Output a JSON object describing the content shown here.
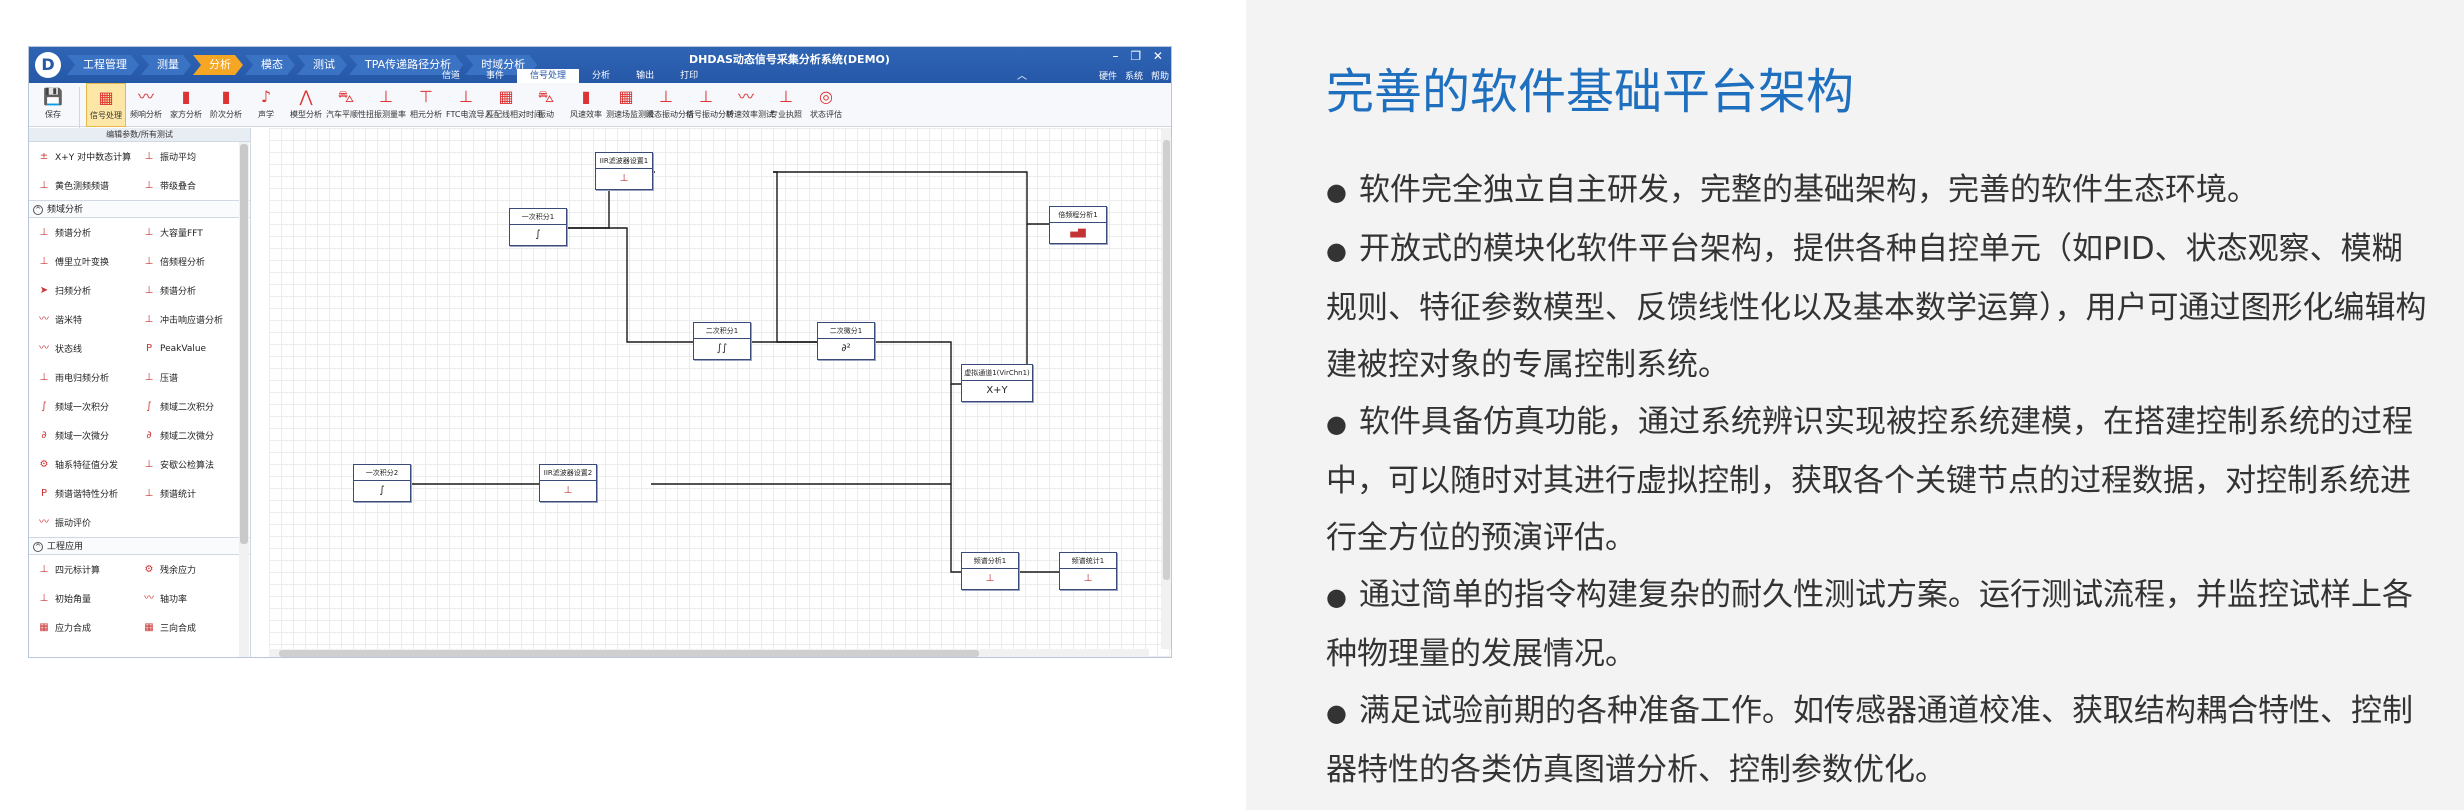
{
  "app": {
    "title": "DHDAS动态信号采集分析系统(DEMO)",
    "window_controls": "– ❐ ✕",
    "logo": "D",
    "workflow": [
      "工程管理",
      "测量",
      "分析",
      "模态",
      "测试",
      "TPA传递路径分析",
      "时域分析"
    ],
    "workflow_active": 2,
    "menu_tabs": [
      "信道",
      "事件",
      "信号处理",
      "分析",
      "输出",
      "打印"
    ],
    "menu_active": 2,
    "user": [
      "硬件",
      "系统",
      "帮助"
    ],
    "ribbon": [
      {
        "label": "保存",
        "icon": "save-icon"
      },
      {
        "label": "信号处理",
        "icon": "grid-icon"
      },
      {
        "label": "频响分析",
        "icon": "wave-icon"
      },
      {
        "label": "家方分析",
        "icon": "bar-icon"
      },
      {
        "label": "阶次分析",
        "icon": "bar-icon"
      },
      {
        "label": "声学",
        "icon": "sound-icon"
      },
      {
        "label": "模型分析",
        "icon": "peak-icon"
      },
      {
        "label": "汽车平顺性",
        "icon": "car-icon"
      },
      {
        "label": "扭振测量率",
        "icon": "chart-icon"
      },
      {
        "label": "相元分析",
        "icon": "tree-icon"
      },
      {
        "label": "FTC电流导入",
        "icon": "chart-icon"
      },
      {
        "label": "匹配线相对时间",
        "icon": "grid-icon"
      },
      {
        "label": "振动",
        "icon": "car-icon"
      },
      {
        "label": "风速效率",
        "icon": "bar-icon"
      },
      {
        "label": "测速场监测法",
        "icon": "grid-icon"
      },
      {
        "label": "瞬态振动分析",
        "icon": "chart-icon"
      },
      {
        "label": "信号振动分析",
        "icon": "chart-icon"
      },
      {
        "label": "转速效率测试",
        "icon": "wave-icon"
      },
      {
        "label": "专业执照",
        "icon": "chart-icon"
      },
      {
        "label": "状态评估",
        "icon": "target-icon"
      }
    ],
    "sidebar": {
      "header": "编辑参数/所有测试",
      "top_rows": [
        [
          {
            "label": "X+Y 对中数态计算",
            "icon": "xy-icon"
          },
          {
            "label": "振动平均",
            "icon": "chart-icon"
          }
        ],
        [
          {
            "label": "黄色测频频谱",
            "icon": "chart-icon"
          },
          {
            "label": "带级叠合",
            "icon": "chart-icon"
          }
        ]
      ],
      "groups": [
        {
          "title": "频域分析",
          "rows": [
            [
              {
                "label": "频谱分析",
                "icon": "chart-icon"
              },
              {
                "label": "大容量FFT",
                "icon": "chart-icon"
              }
            ],
            [
              {
                "label": "傅里立叶变换",
                "icon": "chart-icon"
              },
              {
                "label": "倍频程分析",
                "icon": "chart-icon"
              }
            ],
            [
              {
                "label": "扫频分析",
                "icon": "sweep-icon"
              },
              {
                "label": "频谱分析",
                "icon": "chart-icon"
              }
            ],
            [
              {
                "label": "谐米特",
                "icon": "wave-icon"
              },
              {
                "label": "冲击响应谱分析",
                "icon": "chart-icon"
              }
            ],
            [
              {
                "label": "状态线",
                "icon": "wave-icon"
              },
              {
                "label": "PeakValue",
                "icon": "p-icon"
              }
            ],
            [
              {
                "label": "雨电归频分析",
                "icon": "chart-icon"
              },
              {
                "label": "压谱",
                "icon": "chart-icon"
              }
            ],
            [
              {
                "label": "频域一次积分",
                "icon": "integral-icon"
              },
              {
                "label": "频域二次积分",
                "icon": "integral-icon"
              }
            ],
            [
              {
                "label": "频域一次微分",
                "icon": "diff-icon"
              },
              {
                "label": "频域二次微分",
                "icon": "diff-icon"
              }
            ],
            [
              {
                "label": "轴系特征值分发",
                "icon": "gear-icon"
              },
              {
                "label": "安歇公检算法",
                "icon": "chart-icon"
              }
            ],
            [
              {
                "label": "频谱谐特性分析",
                "icon": "p-icon"
              },
              {
                "label": "频谱统计",
                "icon": "chart-icon"
              }
            ],
            [
              {
                "label": "振动评价",
                "icon": "wave-icon"
              }
            ]
          ]
        },
        {
          "title": "工程应用",
          "rows": [
            [
              {
                "label": "四元标计算",
                "icon": "chart-icon"
              },
              {
                "label": "残余应力",
                "icon": "gear-icon"
              }
            ],
            [
              {
                "label": "初始角量",
                "icon": "chart-icon"
              },
              {
                "label": "轴功率",
                "icon": "wave-icon"
              }
            ],
            [
              {
                "label": "应力合成",
                "icon": "grid-icon"
              },
              {
                "label": "三向合成",
                "icon": "grid-icon"
              }
            ]
          ]
        }
      ]
    },
    "nodes": [
      {
        "id": "n1",
        "title": "一次积分1",
        "body": "∫",
        "color": "#222222"
      },
      {
        "id": "n2",
        "title": "IIR滤波器设置1",
        "body": "⊥",
        "color": "#c33333"
      },
      {
        "id": "n3",
        "title": "二次积分1",
        "body": "∫∫",
        "color": "#222222"
      },
      {
        "id": "n4",
        "title": "二次微分1",
        "body": "∂²",
        "color": "#222222"
      },
      {
        "id": "n5",
        "title": "虚拟通道1(VirChn1)",
        "body": "X+Y",
        "color": "#222222"
      },
      {
        "id": "n6",
        "title": "倍频程分析1",
        "body": "▄▆",
        "color": "#c33333"
      },
      {
        "id": "n7",
        "title": "一次积分2",
        "body": "∫",
        "color": "#222222"
      },
      {
        "id": "n8",
        "title": "IIR滤波器设置2",
        "body": "⊥",
        "color": "#c33333"
      },
      {
        "id": "n9",
        "title": "频谱分析1",
        "body": "⊥",
        "color": "#c33333"
      },
      {
        "id": "n10",
        "title": "频谱统计1",
        "body": "⊥",
        "color": "#c33333"
      }
    ]
  },
  "panel": {
    "title": "完善的软件基础平台架构",
    "bullet": "●",
    "lines": [
      "软件完全独立自主研发，完整的基础架构，完善的软件生态环境。",
      "开放式的模块化软件平台架构，提供各种自控单元（如PID、状态观察、模糊",
      "规则、特征参数模型、反馈线性化以及基本数学运算），用户可通过图形化编辑构",
      "建被控对象的专属控制系统。",
      "软件具备仿真功能，通过系统辨识实现被控系统建模，在搭建控制系统的过程",
      "中，可以随时对其进行虚拟控制，获取各个关键节点的过程数据，对控制系统进",
      "行全方位的预演评估。",
      "通过简单的指令构建复杂的耐久性测试方案。运行测试流程，并监控试样上各",
      "种物理量的发展情况。",
      "满足试验前期的各种准备工作。如传感器通道校准、获取结构耦合特性、控制",
      "器特性的各类仿真图谱分析、控制参数优化。"
    ],
    "bullet_lines": [
      0,
      1,
      4,
      7,
      9
    ]
  },
  "colors": {
    "titlebar": "#2658a8",
    "accent": "#1f6fbf",
    "active_step": "#f5a623",
    "panel_bg": "#f3f3f3"
  }
}
